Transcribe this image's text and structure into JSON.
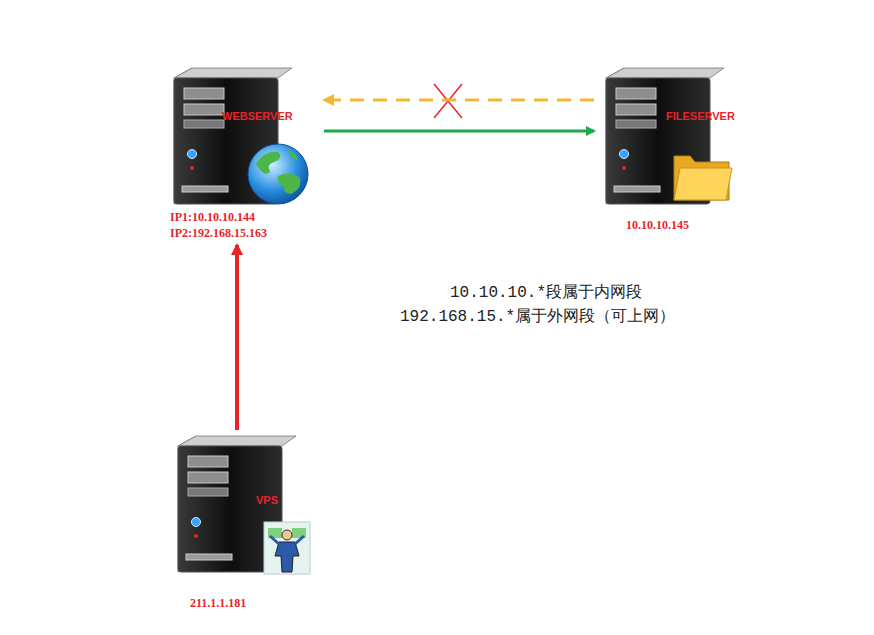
{
  "diagram": {
    "nodes": [
      {
        "text": [
          "WEBSERVER",
          "IP1:10.10.10.144",
          "IP2:192.168.15.163"
        ]
      },
      {
        "text": [
          "FILESERVER",
          "10.10.10.145"
        ]
      },
      {
        "text": [
          "VPS",
          "211.1.1.181"
        ]
      }
    ],
    "edges": [
      {
        "from": 0,
        "to": 1,
        "arrow": "to"
      },
      {
        "from": 1,
        "to": 0,
        "arrow": "to"
      },
      {
        "from": 2,
        "to": 0,
        "arrow": "to"
      }
    ],
    "labels": [
      "10.10.10.*段属于内网段",
      "192.168.15.*属于外网段（可上网）"
    ]
  }
}
